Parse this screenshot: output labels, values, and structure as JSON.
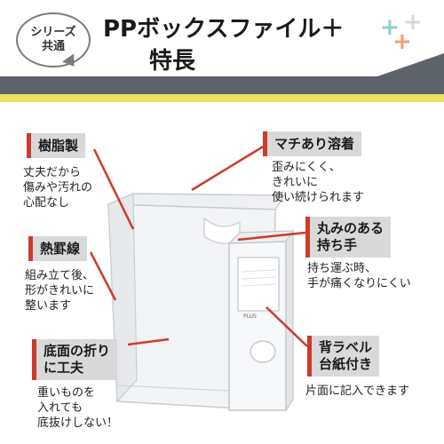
{
  "badge": {
    "line1": "シリーズ",
    "line2": "共通"
  },
  "title": {
    "line1": "PPボックスファイル＋",
    "line2": "特長"
  },
  "features": [
    {
      "label": "樹脂製",
      "desc": [
        "丈夫だから",
        "傷みや汚れの",
        "心配なし"
      ]
    },
    {
      "label": "マチあり溶着",
      "desc": [
        "歪みにくく、",
        "きれいに",
        "使い続けられます"
      ]
    },
    {
      "label": "熱罫線",
      "desc": [
        "組み立て後、",
        "形がきれいに",
        "整います"
      ]
    },
    {
      "label_lines": [
        "丸みのある",
        "持ち手"
      ],
      "desc": [
        "持ち運ぶ時、",
        "手が痛くなりにくい"
      ]
    },
    {
      "label_lines": [
        "底面の折り",
        "に工夫"
      ],
      "desc": [
        "重いものを",
        "入れても",
        "底抜けしない！"
      ]
    },
    {
      "label_lines": [
        "背ラベル",
        "台紙付き"
      ],
      "desc": [
        "片面に記入できます"
      ]
    }
  ],
  "product": {
    "brand": "PLUS"
  },
  "colors": {
    "accent": "#cc3b2b",
    "band": "#5d6368",
    "stripe": "#e7e35d",
    "plus_teal": "#8fcfcf",
    "plus_orange": "#f0a070",
    "plus_gray": "#d0d0d0"
  }
}
